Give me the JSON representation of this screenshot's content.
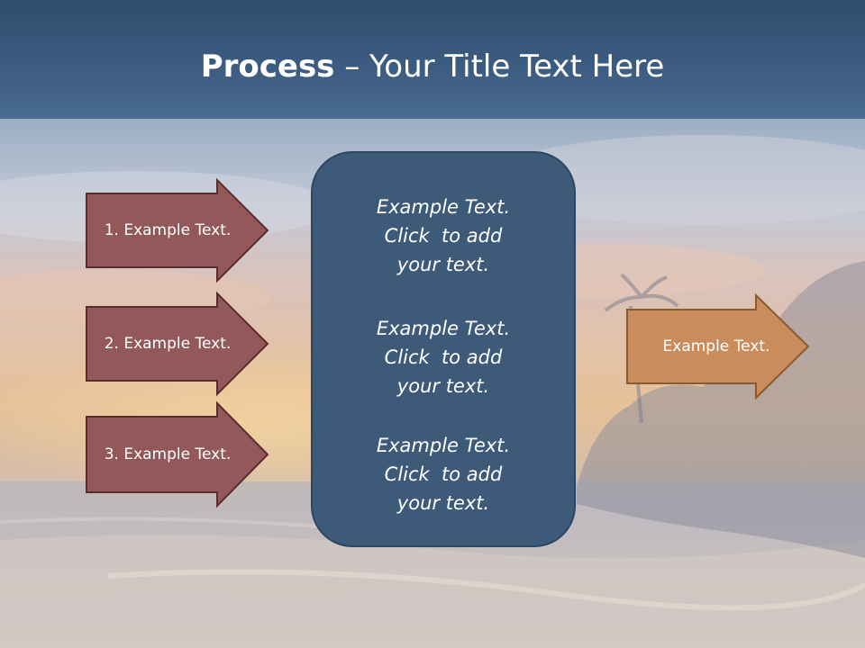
{
  "title": {
    "bold": "Process",
    "rest": " – Your Title Text Here"
  },
  "left_arrows": [
    {
      "label": "1. Example Text."
    },
    {
      "label": "2. Example Text."
    },
    {
      "label": "3. Example Text."
    }
  ],
  "center_box": {
    "blocks": [
      {
        "lines": [
          "Example Text.",
          "Click  to add",
          "your text."
        ]
      },
      {
        "lines": [
          "Example Text.",
          "Click  to add",
          "your text."
        ]
      },
      {
        "lines": [
          "Example Text.",
          "Click  to add",
          "your text."
        ]
      }
    ]
  },
  "right_arrow": {
    "label": "Example Text."
  },
  "colors": {
    "title_band": "#3b5c80",
    "left_arrow_fill": "#93585a",
    "left_arrow_stroke": "#5a2c2e",
    "center_box_fill": "#3d5b78",
    "right_arrow_fill": "#c98c5a",
    "right_arrow_stroke": "#8a5a30"
  }
}
